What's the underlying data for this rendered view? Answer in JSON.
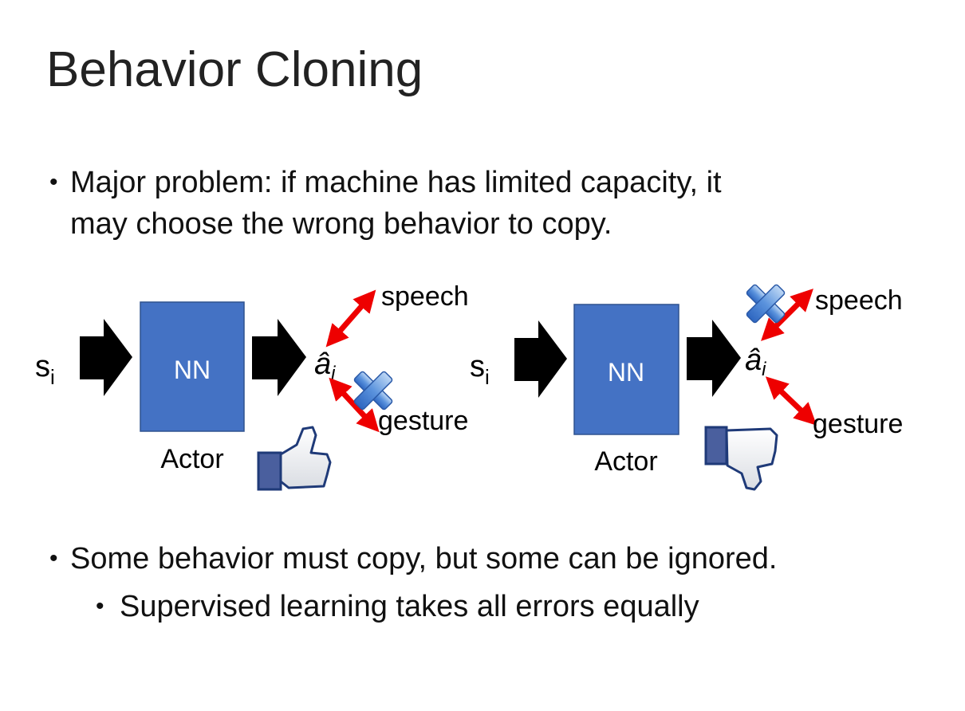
{
  "slide": {
    "title": "Behavior Cloning",
    "bullets": [
      {
        "line1": "Major problem: if machine has limited capacity, it",
        "line2": "may choose the wrong behavior to copy."
      },
      {
        "line1": "Some behavior must copy, but some can be ignored."
      }
    ],
    "sub_bullets": [
      "Supervised learning takes all errors equally"
    ],
    "bullet_glyph": "•"
  },
  "diagram": {
    "left": {
      "input": "s",
      "input_sub": "i",
      "box_label": "NN",
      "box_caption": "Actor",
      "output": "â",
      "output_sub": "i",
      "targets": [
        "speech",
        "gesture"
      ],
      "crossed_target": "gesture",
      "verdict_icon": "thumbs-up-icon"
    },
    "right": {
      "input": "s",
      "input_sub": "i",
      "box_label": "NN",
      "box_caption": "Actor",
      "output": "â",
      "output_sub": "i",
      "targets": [
        "speech",
        "gesture"
      ],
      "crossed_target": "speech",
      "verdict_icon": "thumbs-down-icon"
    },
    "colors": {
      "box": "#4472C4",
      "arrow": "#000000",
      "link": "#EE0000",
      "cross": "#4A86D8",
      "thumb": "#3B5998"
    }
  }
}
